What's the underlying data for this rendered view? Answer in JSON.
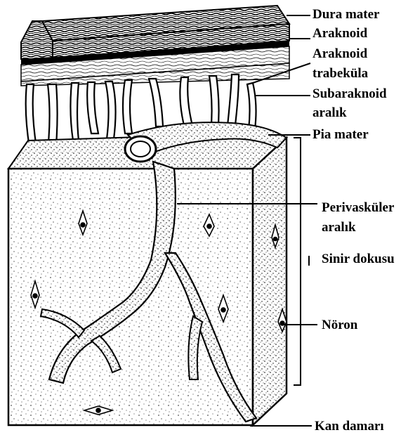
{
  "labels": {
    "dura_mater": "Dura mater",
    "araknoid": "Araknoid",
    "araknoid_trabekula_1": "Araknoid",
    "araknoid_trabekula_2": "trabeküla",
    "subaraknoid_1": "Subaraknoid",
    "subaraknoid_2": "aralık",
    "pia_mater": "Pia mater",
    "perivaskuler_1": "Perivasküler",
    "perivaskuler_2": "aralık",
    "sinir_dokusu": "Sinir dokusu",
    "noron": "Nöron",
    "kan_damari": "Kan damarı"
  },
  "colors": {
    "ink": "#000000",
    "paper": "#ffffff"
  }
}
